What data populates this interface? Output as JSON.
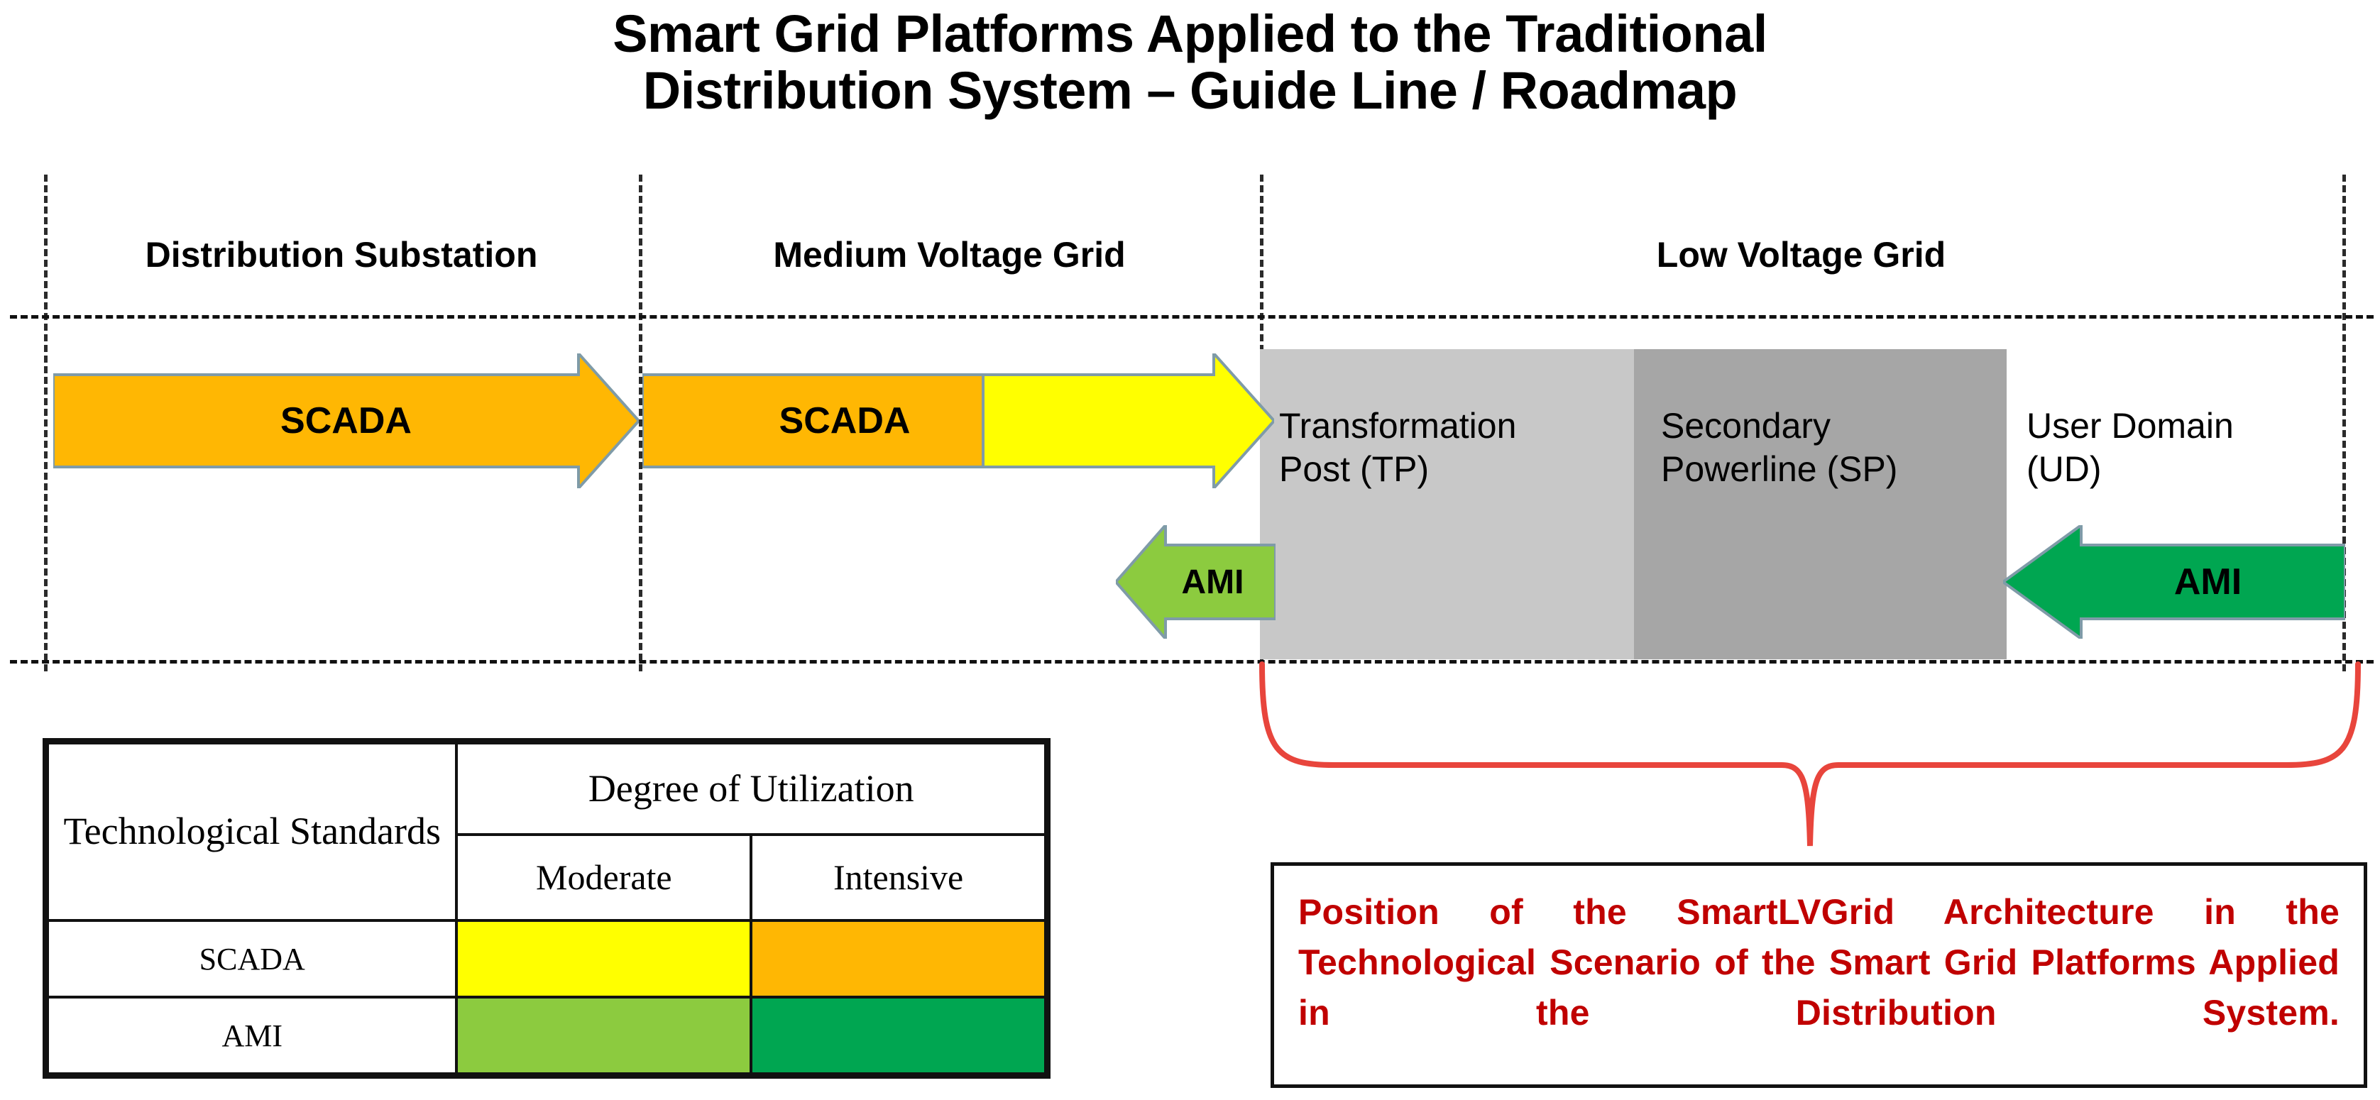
{
  "title": {
    "line1": "Smart Grid Platforms Applied to the Traditional",
    "line2": "Distribution System – Guide Line / Roadmap"
  },
  "zones": [
    {
      "key": "distribution-substation",
      "label": "Distribution Substation"
    },
    {
      "key": "medium-voltage-grid",
      "label": "Medium Voltage Grid"
    },
    {
      "key": "low-voltage-grid",
      "label": "Low Voltage Grid"
    }
  ],
  "arrows": {
    "scada_substation": {
      "label": "SCADA",
      "color": "#FFB703",
      "direction": "right"
    },
    "scada_mv_orange": {
      "label": "SCADA",
      "color": "#FFB703",
      "direction": "right"
    },
    "scada_mv_yellow": {
      "label": "",
      "color": "#FFFF00",
      "direction": "right"
    },
    "ami_tp": {
      "label": "AMI",
      "color": "#8CCB3F",
      "direction": "left"
    },
    "ami_ud": {
      "label": "AMI",
      "color": "#00A651",
      "direction": "left"
    }
  },
  "domains": [
    {
      "key": "transformation-post",
      "label": "Transformation\nPost (TP)",
      "color": "#C8C8C8"
    },
    {
      "key": "secondary-powerline",
      "label": "Secondary\nPowerline (SP)",
      "color": "#A6A6A6"
    },
    {
      "key": "user-domain",
      "label": "User Domain\n(UD)",
      "color": "#FFFFFF"
    }
  ],
  "legend": {
    "col_standards": "Technological Standards",
    "col_degree": "Degree of Utilization",
    "sub_moderate": "Moderate",
    "sub_intensive": "Intensive",
    "rows": [
      {
        "name": "SCADA",
        "moderate_color": "#FFFF00",
        "intensive_color": "#FFB703"
      },
      {
        "name": "AMI",
        "moderate_color": "#8CCB3F",
        "intensive_color": "#00A651"
      }
    ]
  },
  "callout": {
    "text": "Position of the SmartLVGrid Architecture in the Technological Scenario of the Smart Grid Platforms Applied in the Distribution System.",
    "color": "#C00000"
  },
  "colors": {
    "orange": "#FFB703",
    "yellow": "#FFFF00",
    "light_green": "#8CCB3F",
    "green": "#00A651",
    "gray_light": "#C8C8C8",
    "gray_dark": "#A6A6A6",
    "red": "#C00000",
    "outline": "#7F9BA8"
  }
}
